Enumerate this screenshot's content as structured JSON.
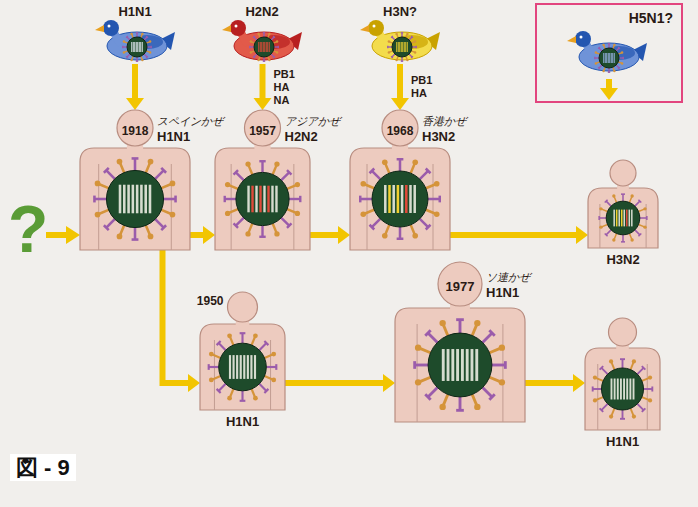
{
  "diagram": {
    "caption": "図 - 9",
    "nodes": [
      {
        "text": [
          "H1N1"
        ]
      },
      {
        "text": [
          "H2N2"
        ]
      },
      {
        "text": [
          "H3N?"
        ]
      },
      {
        "text": [
          "H5N1?"
        ]
      },
      {
        "text": [
          "1918",
          "スペインかぜ",
          "H1N1"
        ]
      },
      {
        "text": [
          "1957",
          "アジアかぜ",
          "H2N2"
        ]
      },
      {
        "text": [
          "1968",
          "香港かぜ",
          "H3N2"
        ]
      },
      {
        "text": [
          "H3N2"
        ]
      },
      {
        "text": [
          "1950",
          "H1N1"
        ]
      },
      {
        "text": [
          "1977",
          "ソ連かぜ",
          "H1N1"
        ]
      },
      {
        "text": [
          "H1N1"
        ]
      }
    ],
    "edges": [
      {
        "from": 0,
        "to": 4,
        "arrow": "to"
      },
      {
        "from": 1,
        "to": 5,
        "label": "PB1 HA NA",
        "arrow": "to"
      },
      {
        "from": 2,
        "to": 6,
        "label": "PB1 HA",
        "arrow": "to"
      },
      {
        "from": 4,
        "to": 5,
        "arrow": "to"
      },
      {
        "from": 5,
        "to": 6,
        "arrow": "to"
      },
      {
        "from": 6,
        "to": 7,
        "arrow": "to"
      },
      {
        "from": 4,
        "to": 8,
        "arrow": "to"
      },
      {
        "from": 8,
        "to": 9,
        "arrow": "to"
      },
      {
        "from": 9,
        "to": 10,
        "arrow": "to"
      }
    ],
    "labels": [
      "?"
    ]
  }
}
